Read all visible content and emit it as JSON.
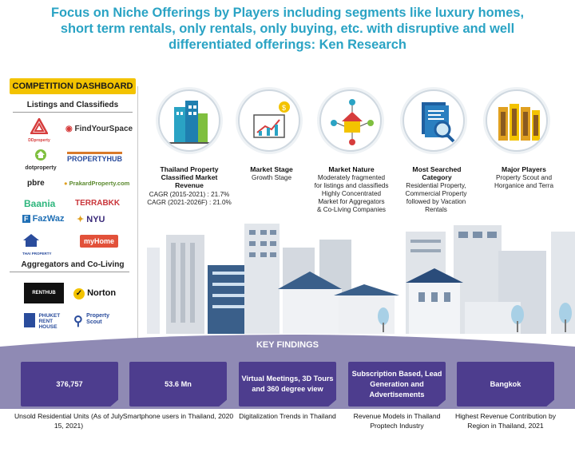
{
  "title": {
    "line1": "Focus on Niche Offerings by Players including segments like luxury homes,",
    "line2": "short term rentals, only rentals, only buying, etc. with disruptive and well",
    "line3": "differentiated offerings: Ken Research"
  },
  "sidebar": {
    "header": "COMPETITION DASHBOARD",
    "listings_title": "Listings and Classifieds",
    "logos": [
      {
        "text": "DDproperty",
        "color": "#d63c3c"
      },
      {
        "text": "FindYourSpace",
        "color": "#333333"
      },
      {
        "text": "dotproperty",
        "color": "#2f2f2f"
      },
      {
        "text": "PROPERTYHUB",
        "color": "#2a4c9c"
      },
      {
        "text": "pbre",
        "color": "#222222"
      },
      {
        "text": "PrakardProperty.com",
        "color": "#5b8a2e"
      },
      {
        "text": "Baania",
        "color": "#2eb67d"
      },
      {
        "text": "TERRABKK",
        "color": "#c9353a"
      },
      {
        "text": "FazWaz",
        "color": "#1f6fb5"
      },
      {
        "text": "NYU",
        "color": "#3b2b7a"
      },
      {
        "text": "THAI PROPERTY",
        "color": "#2a4c9c"
      },
      {
        "text": "myHome",
        "color": "#e2513a"
      }
    ],
    "aggregators_title": "Aggregators and Co-Living",
    "agg_logos": [
      {
        "text": "RENTHUB",
        "color": "#111111"
      },
      {
        "text": "Norton",
        "color": "#111111"
      },
      {
        "text": "PHUKET RENT HOUSE",
        "color": "#2a4c9c"
      },
      {
        "text": "Property Scout",
        "color": "#2a4c9c"
      }
    ]
  },
  "stats": [
    {
      "heading": "Thailand Property Classified Market  Revenue",
      "lines": [
        "CAGR (2015-2021) : 21.7%",
        "CAGR (2021-2026F) : 21.0%"
      ]
    },
    {
      "heading": "Market Stage",
      "lines": [
        "Growth Stage"
      ]
    },
    {
      "heading": "Market Nature",
      "lines": [
        "Moderately fragmented",
        "for listings and classifieds",
        "Highly Concentrated",
        "Market  for Aggregators",
        "& Co-Living Companies"
      ]
    },
    {
      "heading": "Most Searched Category",
      "lines": [
        "Residential Property,",
        "Commercial Property",
        "followed by Vacation",
        "Rentals"
      ]
    },
    {
      "heading": "Major Players",
      "lines": [
        "Property Scout and",
        "Horganice and Terra"
      ]
    }
  ],
  "key_findings": {
    "title": "KEY FINDINGS",
    "items": [
      {
        "value": "376,757",
        "caption": "Unsold Residential Units (As of July 15, 2021)"
      },
      {
        "value": "53.6 Mn",
        "caption": "Smartphone users in Thailand, 2020"
      },
      {
        "value": "Virtual Meetings, 3D Tours and 360 degree view",
        "caption": "Digitalization Trends in Thailand"
      },
      {
        "value": "Subscription Based, Lead Generation and Advertisements",
        "caption": "Revenue Models in Thailand Proptech Industry"
      },
      {
        "value": "Bangkok",
        "caption": "Highest Revenue Contribution by Region in Thailand, 2021"
      }
    ]
  },
  "colors": {
    "title": "#2aa3c4",
    "accent": "#f3c300",
    "findings_bg": "#8f8ab4",
    "findings_box": "#4d3d8e"
  }
}
